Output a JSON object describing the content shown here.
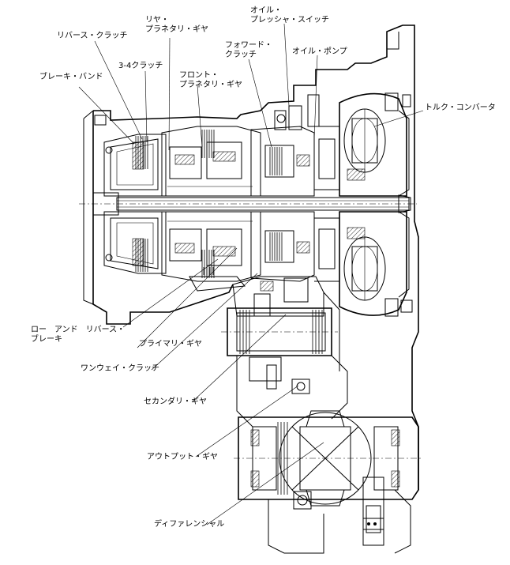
{
  "labels": {
    "oil_pressure_switch": "オイル・\nプレッシャ・スイッチ",
    "rear_planetary_gear": "リヤ・\nプラネタリ・ギヤ",
    "reverse_clutch": "リバース・クラッチ",
    "clutch_34": "3-4クラッチ",
    "forward_clutch": "フォワード・\nクラッチ",
    "oil_pump": "オイル・ポンプ",
    "front_planetary_gear": "フロント・\nプラネタリ・ギヤ",
    "brake_band": "ブレーキ・バンド",
    "torque_converter": "トルク・コンバータ",
    "low_reverse_brake": "ロー　アンド　リバース・\nブレーキ",
    "primary_gear": "プライマリ・ギヤ",
    "one_way_clutch": "ワンウェイ・クラッチ",
    "secondary_gear": "セカンダリ・ギヤ",
    "output_gear": "アウトプット・ギヤ",
    "differential": "ディファレンシャル"
  }
}
